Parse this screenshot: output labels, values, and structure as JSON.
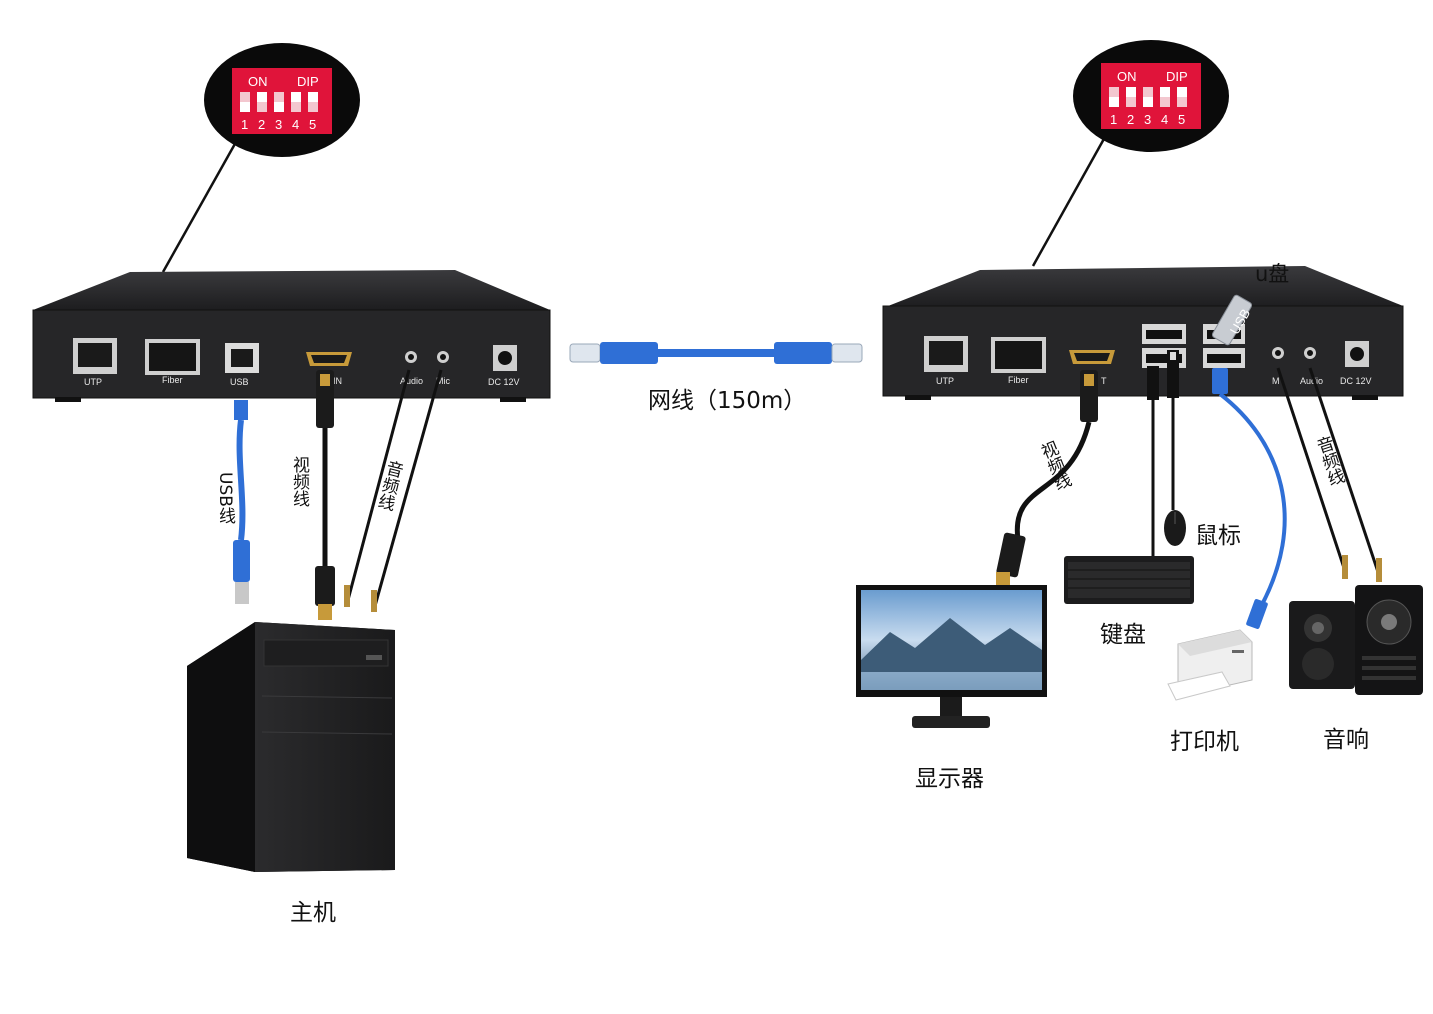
{
  "labels": {
    "network_cable": "网线（150m）",
    "host": "主机",
    "monitor": "显示器",
    "keyboard": "键盘",
    "mouse": "鼠标",
    "printer": "打印机",
    "speaker": "音响",
    "usb_drive": "u盘",
    "usb_cable": "USB线",
    "video_cable_left": "视频线",
    "audio_cable_left": "音频线",
    "video_cable_right": "视频线",
    "audio_cable_right": "音频线",
    "usb_stick_text": "USB"
  },
  "dip_switch": {
    "on": "ON",
    "dip": "DIP",
    "numbers": [
      "1",
      "2",
      "3",
      "4",
      "5"
    ]
  },
  "left_unit_ports": {
    "utp": "UTP",
    "fiber": "Fiber",
    "usb": "USB",
    "hdmi": "IN",
    "audio": "Audio",
    "mic": "Mic",
    "dc": "DC 12V"
  },
  "right_unit_ports": {
    "utp": "UTP",
    "fiber": "Fiber",
    "hdmi": "T",
    "mic": "M",
    "audio": "Audio",
    "dc": "DC 12V"
  },
  "colors": {
    "device_body": "#2a2a2c",
    "dip_red": "#e0143a",
    "cable_blue": "#2f6fd6",
    "cable_black": "#111111"
  }
}
